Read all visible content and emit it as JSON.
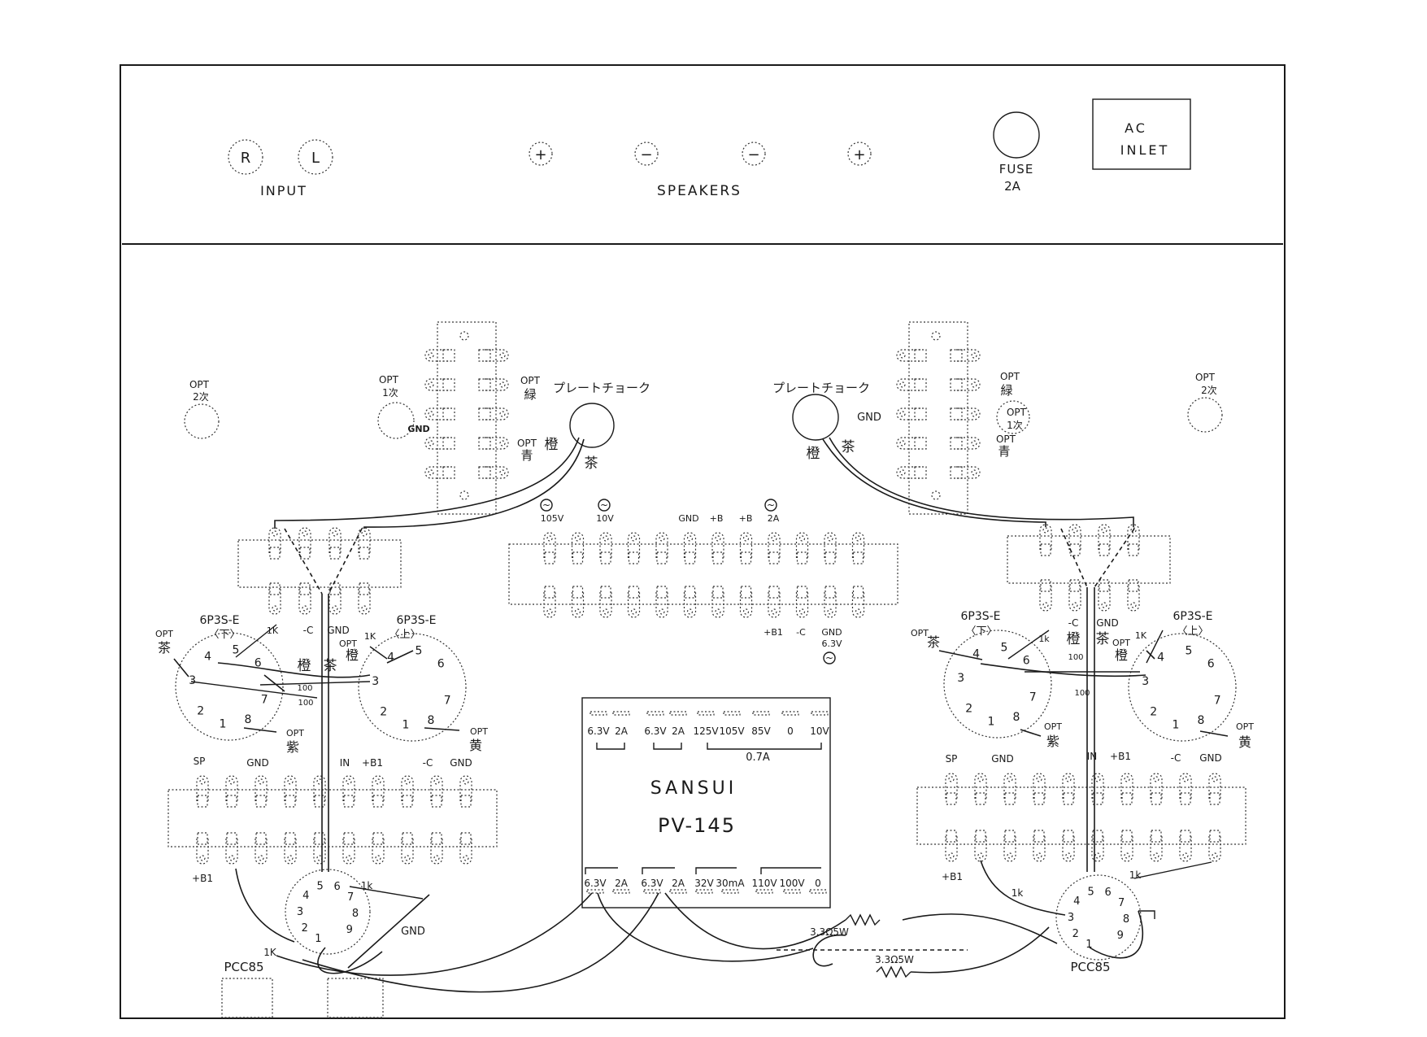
{
  "front_panel": {
    "input_r": "R",
    "input_l": "L",
    "input_label": "INPUT",
    "speaker_terms": [
      "+",
      "−",
      "−",
      "+"
    ],
    "speakers_label": "SPEAKERS",
    "fuse_label": "FUSE",
    "fuse_rating": "2A",
    "ac_inlet_line1": "AC",
    "ac_inlet_line2": "INLET"
  },
  "left_channel": {
    "opt_secondary": [
      "OPT",
      "2次"
    ],
    "opt_primary": [
      "OPT",
      "1次"
    ],
    "opt_gnd": "GND",
    "opt_green": [
      "OPT",
      "緑"
    ],
    "opt_blue": [
      "OPT",
      "青"
    ],
    "plate_choke": "プレートチョーク",
    "choke_orange": "橙",
    "choke_brown": "茶",
    "tube_lower": "6P3S-E",
    "tube_lower_pos": "〈下〉",
    "tube_upper": "6P3S-E",
    "tube_upper_pos": "〈上〉",
    "res_1k_a": "1K",
    "res_1k_b": "1K",
    "minus_c": "-C",
    "gnd": "GND",
    "opt_brown": [
      "OPT",
      "茶"
    ],
    "opt_orange": [
      "OPT",
      "橙"
    ],
    "mid_orange": "橙",
    "mid_brown": "茶",
    "res_100_a": "100",
    "res_100_b": "100",
    "opt_purple": [
      "OPT",
      "紫"
    ],
    "opt_yellow": [
      "OPT",
      "黄"
    ],
    "strip_labels": [
      "SP",
      "GND",
      "IN",
      "+B1",
      "-C",
      "GND"
    ],
    "b1_bottom": "+B1",
    "preamp_res_1k_a": "1k",
    "preamp_res_1k_b": "1K",
    "preamp_gnd": "GND",
    "preamp_tube": "PCC85"
  },
  "right_channel": {
    "opt_secondary": [
      "OPT",
      "2次"
    ],
    "opt_green": [
      "OPT",
      "緑"
    ],
    "opt_primary": [
      "OPT",
      "1次"
    ],
    "opt_blue": [
      "OPT",
      "青"
    ],
    "opt_gnd": "GND",
    "plate_choke": "プレートチョーク",
    "choke_orange": "橙",
    "choke_brown": "茶",
    "tube_lower": "6P3S-E",
    "tube_lower_pos": "〈下〉",
    "tube_upper": "6P3S-E",
    "tube_upper_pos": "〈上〉",
    "minus_c": "-C",
    "gnd": "GND",
    "res_1k_a": "1k",
    "res_1k_b": "1K",
    "mid_orange": "橙",
    "mid_brown": "茶",
    "res_100_a": "100",
    "res_100_b": "100",
    "opt_brown": [
      "OPT",
      "茶"
    ],
    "opt_orange": [
      "OPT",
      "橙"
    ],
    "opt_purple": [
      "OPT",
      "紫"
    ],
    "opt_yellow": [
      "OPT",
      "黄"
    ],
    "strip_labels": [
      "SP",
      "GND",
      "IN",
      "+B1",
      "-C",
      "GND"
    ],
    "b1_bottom": "+B1",
    "preamp_res_1k_a": "1k",
    "preamp_res_1k_b": "1k",
    "preamp_tube": "PCC85"
  },
  "center_terminal": {
    "top_labels": [
      "105V",
      "10V",
      "GND",
      "+B",
      "+B",
      "2A"
    ],
    "bottom_labels": [
      "+B1",
      "-C",
      "GND"
    ],
    "bottom_sub": "6.3V"
  },
  "transformer": {
    "brand": "SANSUI",
    "model": "PV-145",
    "top_terms": [
      "6.3V",
      "2A",
      "6.3V",
      "2A",
      "125V",
      "105V",
      "85V",
      "0",
      "10V"
    ],
    "top_current": "0.7A",
    "bottom_terms": [
      "6.3V",
      "2A",
      "6.3V",
      "2A",
      "32V",
      "30mA",
      "110V",
      "100V",
      "0"
    ]
  },
  "resistors": {
    "r1": "3.3Ω5W",
    "r2": "3.3Ω5W"
  },
  "pin_numbers": {
    "octal": [
      "1",
      "2",
      "3",
      "4",
      "5",
      "6",
      "7",
      "8"
    ],
    "noval": [
      "1",
      "2",
      "3",
      "4",
      "5",
      "6",
      "7",
      "8",
      "9"
    ]
  }
}
